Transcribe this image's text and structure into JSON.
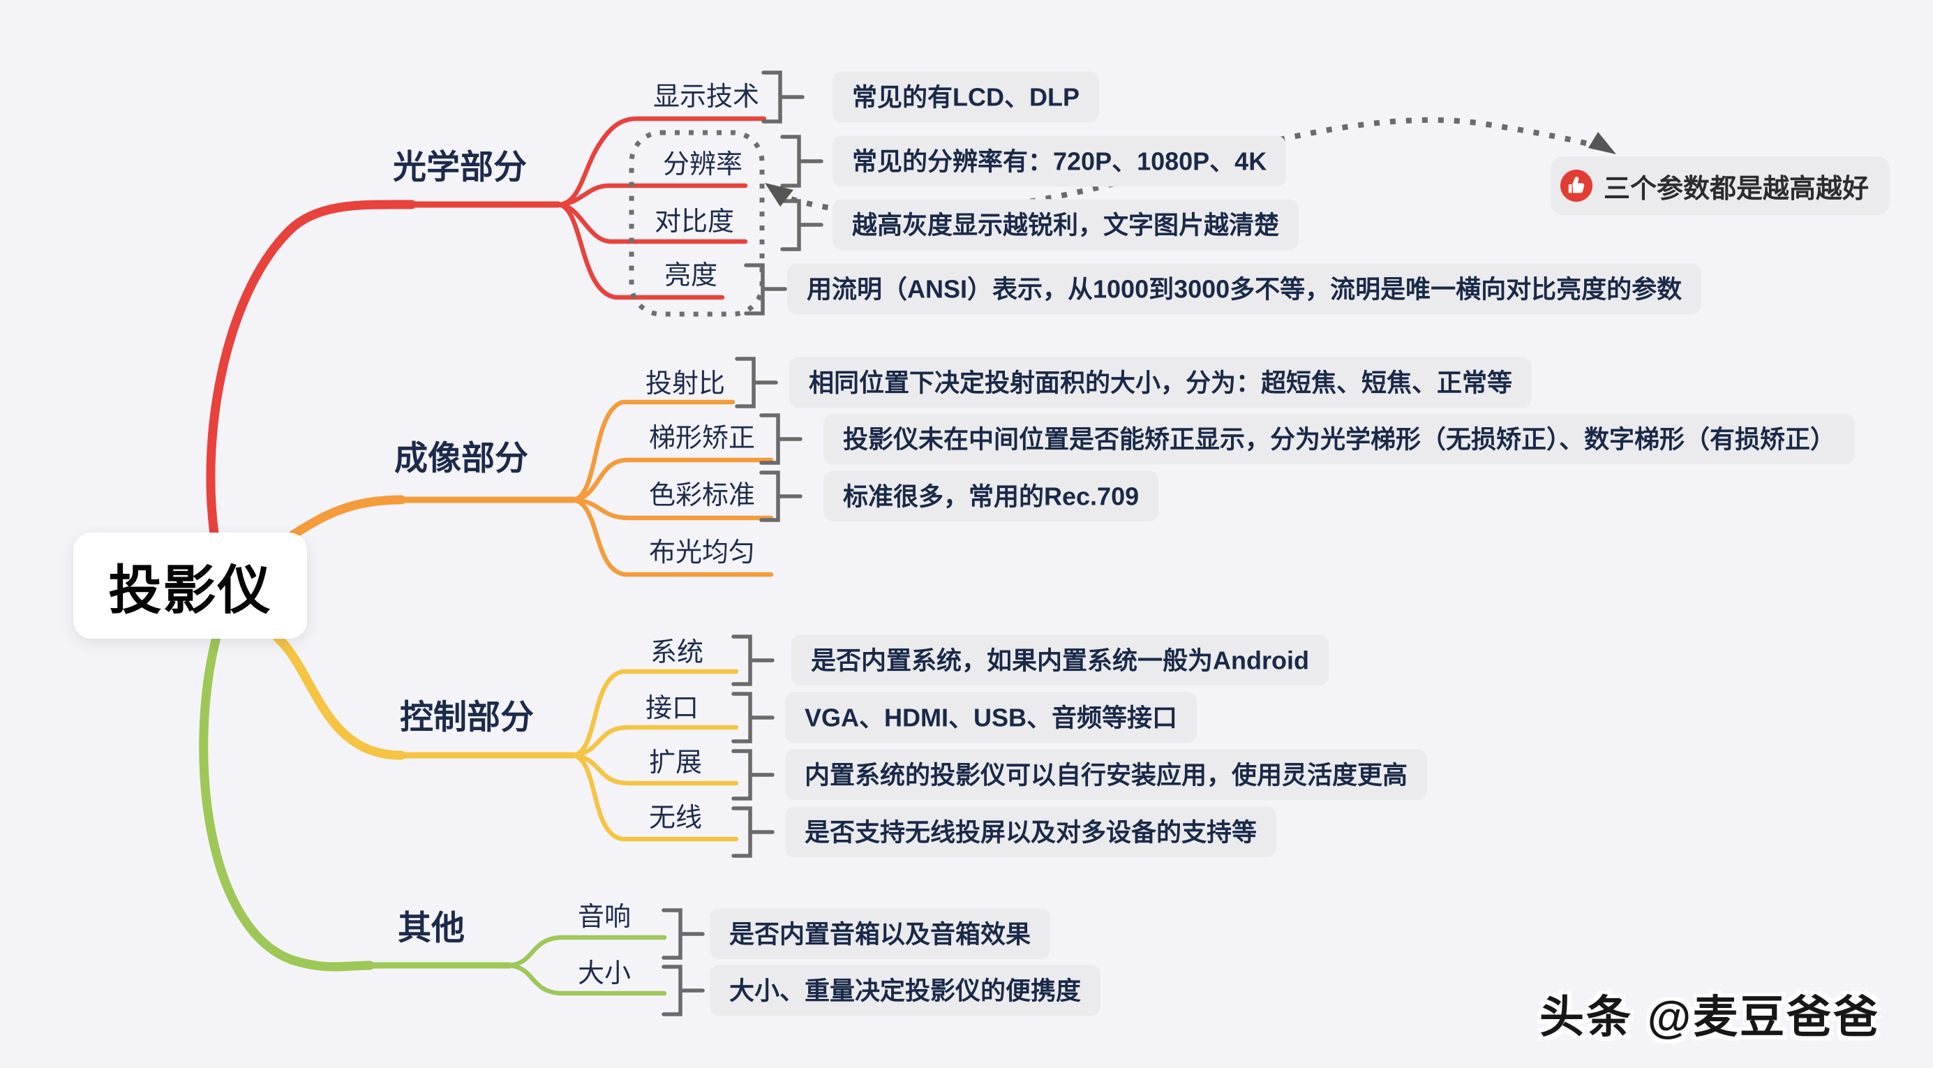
{
  "root": {
    "label": "投影仪"
  },
  "sections": [
    {
      "label": "光学部分",
      "color": "#e8423c",
      "children": [
        {
          "label": "显示技术",
          "note": "常见的有LCD、DLP"
        },
        {
          "label": "分辨率",
          "note": "常见的分辨率有：720P、1080P、4K"
        },
        {
          "label": "对比度",
          "note": "越高灰度显示越锐利，文字图片越清楚"
        },
        {
          "label": "亮度",
          "note": "用流明（ANSI）表示，从1000到3000多不等，流明是唯一横向对比亮度的参数"
        }
      ],
      "grouped_children": [
        "分辨率",
        "对比度",
        "亮度"
      ]
    },
    {
      "label": "成像部分",
      "color": "#f59b3c",
      "children": [
        {
          "label": "投射比",
          "note": "相同位置下决定投射面积的大小，分为：超短焦、短焦、正常等"
        },
        {
          "label": "梯形矫正",
          "note": "投影仪未在中间位置是否能矫正显示，分为光学梯形（无损矫正）、数字梯形（有损矫正）"
        },
        {
          "label": "色彩标准",
          "note": "标准很多，常用的Rec.709"
        },
        {
          "label": "布光均匀"
        }
      ]
    },
    {
      "label": "控制部分",
      "color": "#f6c443",
      "children": [
        {
          "label": "系统",
          "note": "是否内置系统，如果内置系统一般为Android"
        },
        {
          "label": "接口",
          "note": "VGA、HDMI、USB、音频等接口"
        },
        {
          "label": "扩展",
          "note": "内置系统的投影仪可以自行安装应用，使用灵活度更高"
        },
        {
          "label": "无线",
          "note": "是否支持无线投屏以及对多设备的支持等"
        }
      ]
    },
    {
      "label": "其他",
      "color": "#9dc857",
      "children": [
        {
          "label": "音响",
          "note": "是否内置音箱以及音箱效果"
        },
        {
          "label": "大小",
          "note": "大小、重量决定投影仪的便携度"
        }
      ]
    }
  ],
  "annotation": {
    "icon": "thumbs-up-icon",
    "badge_color": "#e23c33",
    "text": "三个参数都是越高越好"
  },
  "watermark": {
    "text": "头条 @麦豆爸爸"
  },
  "colors": {
    "background": "#f4f4f8",
    "note_box": "#ebebed",
    "text": "#1c2b4c",
    "connector": "#6a6a6a",
    "optical": "#e8423c",
    "imaging": "#f59b3c",
    "control": "#f6c443",
    "other": "#9dc857"
  }
}
